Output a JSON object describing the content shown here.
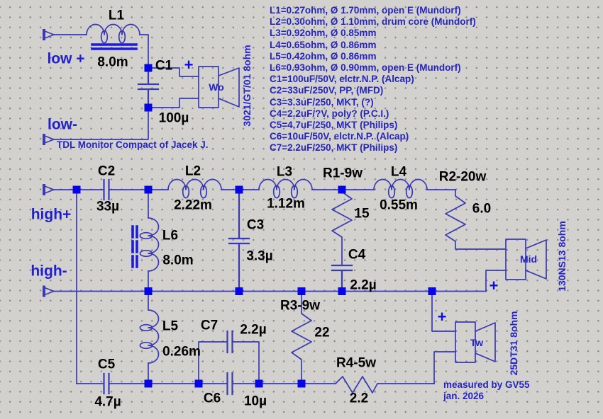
{
  "schematic_title": "TDL Monitor Compact of Jacek J.",
  "credit": {
    "line1": "measured by GV55",
    "line2": "jan. 2026"
  },
  "inputs": {
    "low_plus": "low +",
    "low_minus": "low-",
    "high_plus": "high+",
    "high_minus": "high-"
  },
  "parts_list": [
    "L1=0.27ohm, Ø 1.70mm, open E (Mundorf)",
    "L2=0.30ohm, Ø 1.10mm, drum core (Mundorf)",
    "L3=0.92ohm, Ø 0.85mm",
    "L4=0.65ohm, Ø 0.86mm",
    "L5=0.42ohm, Ø 0.86mm",
    "L6=0.93ohm, Ø 0.90mm, open E (Mundorf)",
    "C1=100uF/50V, elctr.N.P. (Alcap)",
    "C2=33uF/250V, PP,  (MFD)",
    "C3=3.3uF/250, MKT, (?)",
    "C4=2.2uF/?V, poly? (P.C.I.)",
    "C5=4.7uF/250, MKT (Philips)",
    "C6=10uF/50V, elctr.N.P. (Alcap)",
    "C7=2.2uF/250, MKT (Philips)"
  ],
  "components": {
    "L1": {
      "ref": "L1",
      "value": "8.0m"
    },
    "C1": {
      "ref": "C1",
      "value": "100µ"
    },
    "C2": {
      "ref": "C2",
      "value": "33µ"
    },
    "L2": {
      "ref": "L2",
      "value": "2.22m"
    },
    "L6": {
      "ref": "L6",
      "value": "8.0m"
    },
    "L3": {
      "ref": "L3",
      "value": "1.12m"
    },
    "C3": {
      "ref": "C3",
      "value": "3.3µ"
    },
    "R1": {
      "ref": "R1-9w",
      "value": "15"
    },
    "C4": {
      "ref": "C4",
      "value": "2.2µ"
    },
    "L4": {
      "ref": "L4",
      "value": "0.55m"
    },
    "R2": {
      "ref": "R2-20w",
      "value": "6.0"
    },
    "L5": {
      "ref": "L5",
      "value": "0.26m"
    },
    "C5": {
      "ref": "C5",
      "value": "4.7µ"
    },
    "C7": {
      "ref": "C7",
      "value": "2.2µ"
    },
    "C6": {
      "ref": "C6",
      "value": "10µ"
    },
    "R3": {
      "ref": "R3-9w",
      "value": "22"
    },
    "R4": {
      "ref": "R4-5w",
      "value": "2.2"
    }
  },
  "speakers": {
    "woofer": {
      "label": "Wo",
      "model": "3021/GT/01 8ohm",
      "plus": "+"
    },
    "mid": {
      "label": "Mid",
      "model": "130NS13 8ohm",
      "plus": "+"
    },
    "tweeter": {
      "label": "Tw",
      "model": "25DT31 8ohm",
      "plus": "+"
    }
  },
  "colors": {
    "background": "#d2d1ce",
    "wire": "#3a3ab2",
    "junction": "#0505e5",
    "core": "#1c1cd6",
    "label_text": "#000000",
    "blue_text": "#2525bb"
  }
}
